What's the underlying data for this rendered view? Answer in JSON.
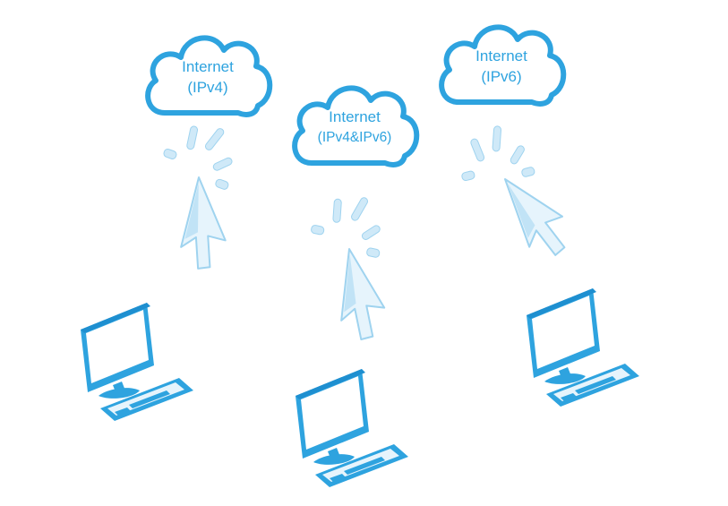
{
  "colors": {
    "accent": "#2ea3df",
    "accent_dark": "#1e8fd0",
    "accent_light": "#cfe9f8",
    "accent_pale": "#e6f4fc"
  },
  "diagram": {
    "nodes": [
      {
        "id": "left",
        "cloud": {
          "line1": "Internet",
          "line2": "(IPv4)",
          "icon": "cloud-icon"
        },
        "cursor": {
          "icon": "click-cursor-icon"
        },
        "computer": {
          "icon": "desktop-computer-icon"
        }
      },
      {
        "id": "center",
        "cloud": {
          "line1": "Internet",
          "line2": "(IPv4&IPv6)",
          "icon": "cloud-icon"
        },
        "cursor": {
          "icon": "click-cursor-icon"
        },
        "computer": {
          "icon": "desktop-computer-icon"
        }
      },
      {
        "id": "right",
        "cloud": {
          "line1": "Internet",
          "line2": "(IPv6)",
          "icon": "cloud-icon"
        },
        "cursor": {
          "icon": "click-cursor-icon"
        },
        "computer": {
          "icon": "desktop-computer-icon"
        }
      }
    ]
  }
}
